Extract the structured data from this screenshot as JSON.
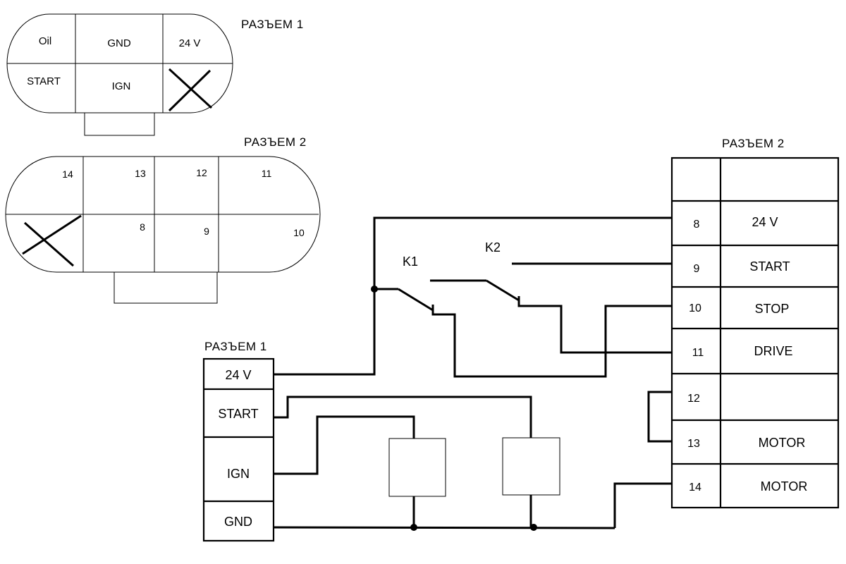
{
  "connector1_top": {
    "title": "РАЗЪЕМ 1",
    "pins": [
      "Oil",
      "GND",
      "24 V",
      "START",
      "IGN"
    ]
  },
  "connector2_top": {
    "title": "РАЗЪЕМ 2",
    "pins": [
      "14",
      "13",
      "12",
      "11",
      "8",
      "9",
      "10"
    ]
  },
  "connector1_block": {
    "title": "РАЗЪЕМ 1",
    "pins": [
      "24 V",
      "START",
      "IGN",
      "GND"
    ]
  },
  "connector2_block": {
    "title": "РАЗЪЕМ 2",
    "rows": [
      {
        "num": "",
        "label": ""
      },
      {
        "num": "8",
        "label": "24 V"
      },
      {
        "num": "9",
        "label": "START"
      },
      {
        "num": "10",
        "label": "STOP"
      },
      {
        "num": "11",
        "label": "DRIVE"
      },
      {
        "num": "12",
        "label": ""
      },
      {
        "num": "13",
        "label": "MOTOR"
      },
      {
        "num": "14",
        "label": "MOTOR"
      }
    ]
  },
  "relays": [
    "K1",
    "K2"
  ]
}
